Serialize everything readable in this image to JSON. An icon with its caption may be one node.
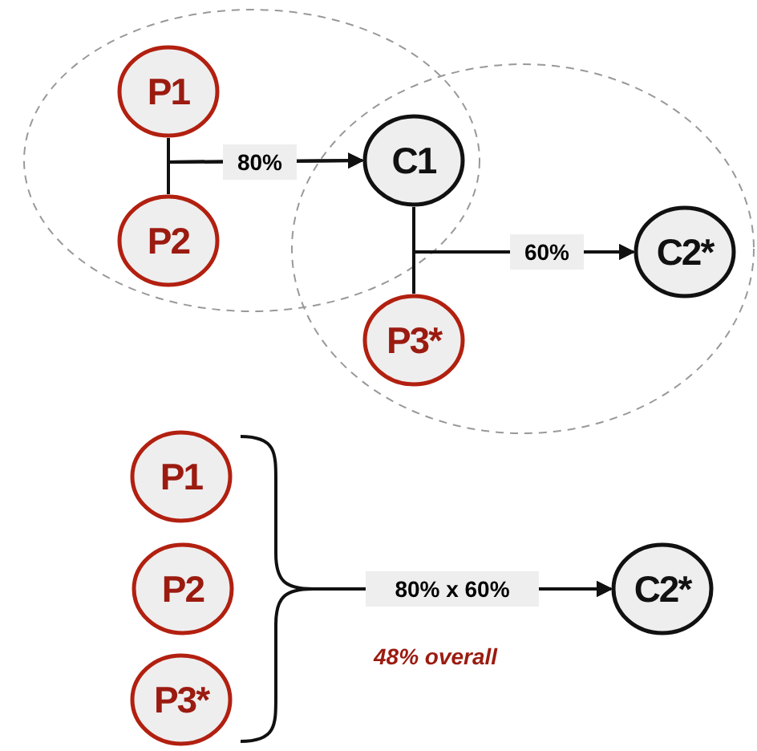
{
  "diagram": {
    "nodes": [
      {
        "text": [
          "P1"
        ]
      },
      {
        "text": [
          "P2"
        ]
      },
      {
        "text": [
          "C1"
        ]
      },
      {
        "text": [
          "P3*"
        ]
      },
      {
        "text": [
          "C2*"
        ]
      },
      {
        "text": [
          "P1"
        ]
      },
      {
        "text": [
          "P2"
        ]
      },
      {
        "text": [
          "P3*"
        ]
      },
      {
        "text": [
          "C2*"
        ]
      }
    ],
    "edges": [
      {
        "from": 0,
        "to": 2,
        "arrow": "to",
        "label": "80%"
      },
      {
        "from": 1,
        "to": 2,
        "arrow": "to"
      },
      {
        "from": 2,
        "to": 4,
        "arrow": "to",
        "label": "60%"
      },
      {
        "from": 3,
        "to": 4,
        "arrow": "to"
      },
      {
        "from": 5,
        "to": 8,
        "arrow": "to",
        "label": "80% x 60%"
      },
      {
        "from": 6,
        "to": 8,
        "arrow": "to"
      },
      {
        "from": 7,
        "to": 8,
        "arrow": "to"
      }
    ],
    "labels": [
      "48% overall"
    ]
  }
}
